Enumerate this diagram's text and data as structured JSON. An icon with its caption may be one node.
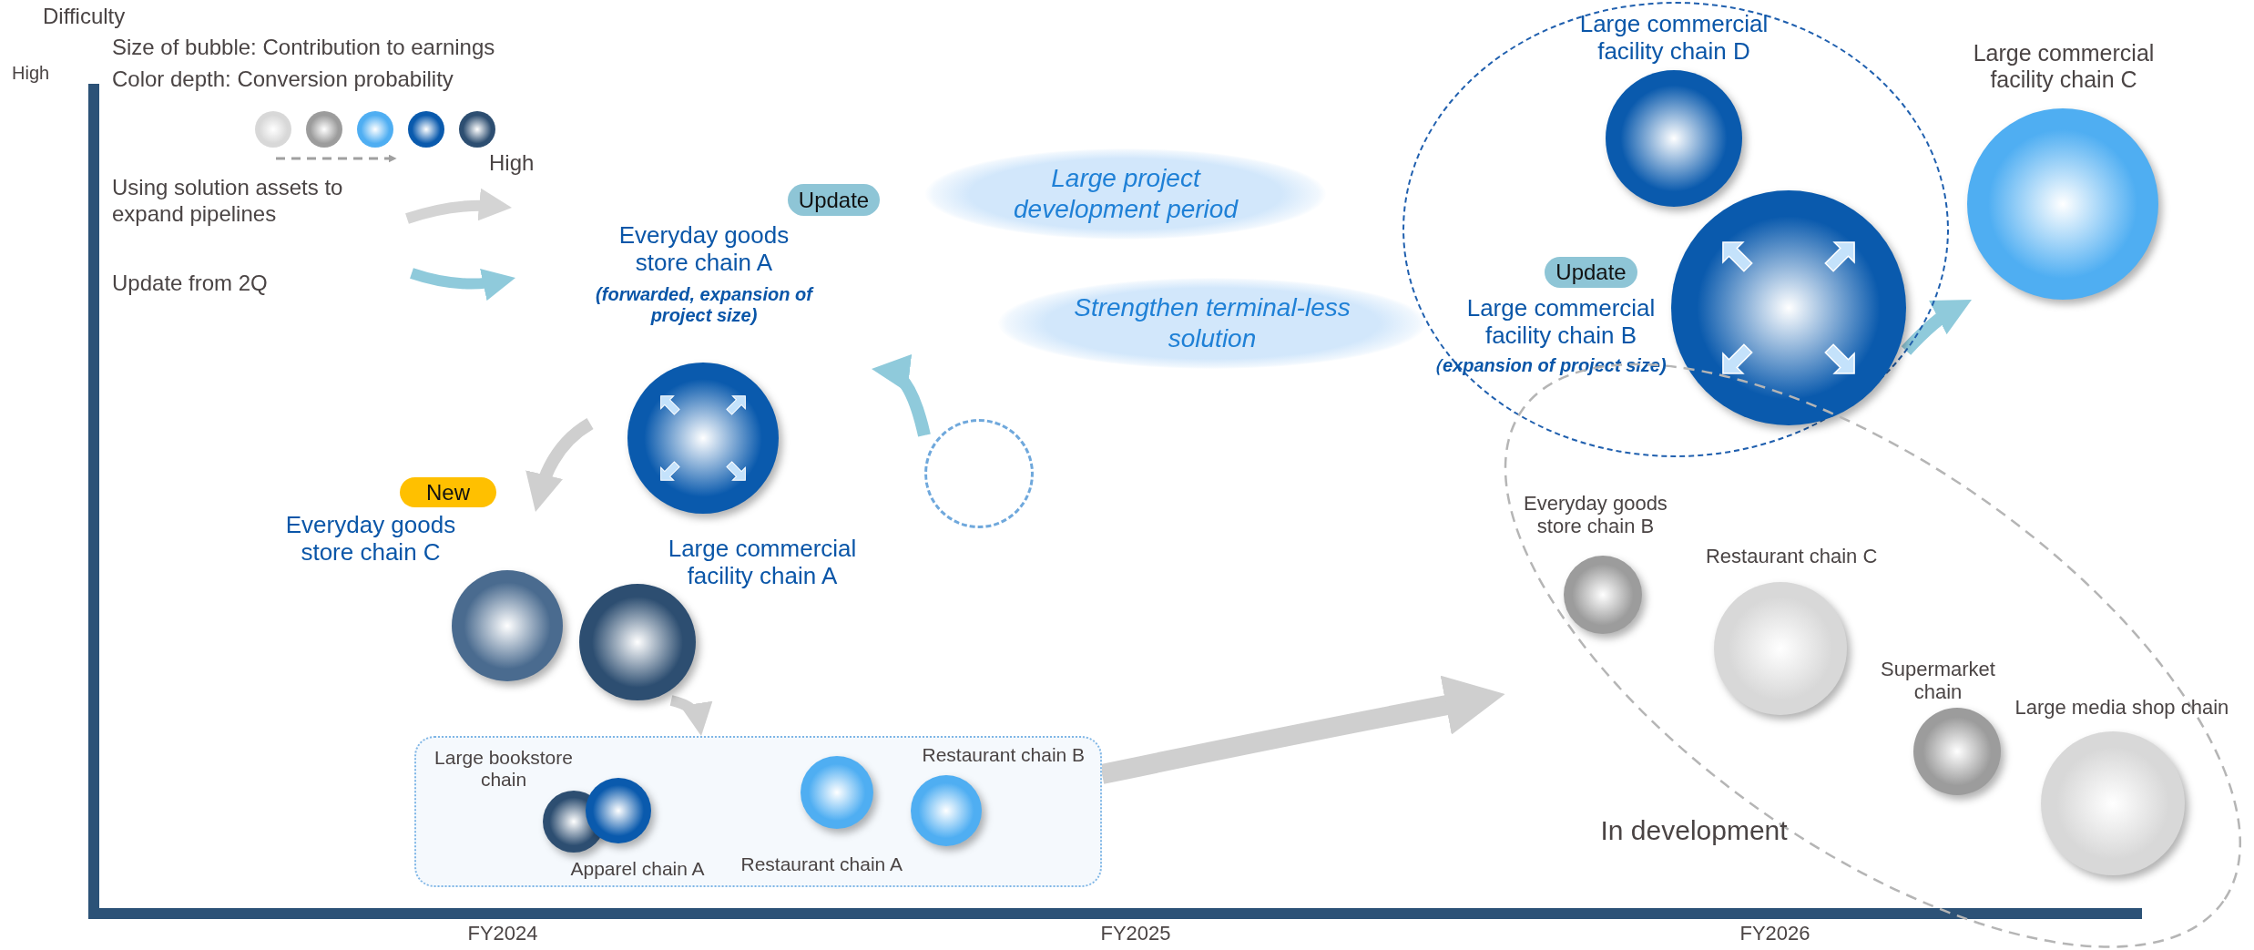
{
  "diagram": {
    "nodes": [
      {
        "text": [
          "Update"
        ]
      },
      {
        "text": [
          "Everyday goods store chain A",
          "(forwarded, expansion of project size)",
          "Large commercial facility chain A"
        ]
      },
      {
        "text": [],
        "shape": "circle"
      },
      {
        "text": [
          "New"
        ]
      },
      {
        "text": [
          "Everyday goods store chain C"
        ]
      },
      {
        "text": [],
        "shape": "circle"
      },
      {
        "text": [],
        "shape": "box"
      },
      {
        "text": [
          "Large bookstore chain"
        ],
        "in": 6
      },
      {
        "text": [
          "Apparel chain A"
        ],
        "in": 6
      },
      {
        "text": [
          "Restaurant chain A"
        ],
        "in": 6
      },
      {
        "text": [
          "Restaurant chain B"
        ],
        "in": 6
      },
      {
        "text": [
          "Large project development period"
        ]
      },
      {
        "text": [
          "Strengthen terminal-less solution"
        ]
      },
      {
        "text": [],
        "shape": "ellipse"
      },
      {
        "text": [
          "Large commercial facility chain D"
        ],
        "in": 13
      },
      {
        "text": [
          "Update"
        ],
        "in": 13
      },
      {
        "text": [
          "Large commercial facility chain B",
          "（expansion of project size)"
        ],
        "in": 13
      },
      {
        "text": [
          "Large commercial facility chain C"
        ]
      },
      {
        "text": [
          "In development"
        ]
      },
      {
        "text": [
          "Everyday goods store chain B"
        ],
        "in": 18
      },
      {
        "text": [
          "Restaurant chain C"
        ],
        "in": 18
      },
      {
        "text": [
          "Supermarket chain"
        ],
        "in": 18
      },
      {
        "text": [
          "Large media shop chain"
        ],
        "in": 18
      }
    ],
    "edges": [
      {
        "from": 2,
        "to": 1,
        "arrow": "to",
        "color": "#8fcadb"
      },
      {
        "from": 1,
        "to": 4,
        "arrow": "to"
      },
      {
        "from": 5,
        "to": 6,
        "arrow": "to"
      },
      {
        "from": 6,
        "to": 18,
        "arrow": "to"
      },
      {
        "from": 16,
        "to": 17,
        "arrow": "to",
        "color": "#8fcadb"
      }
    ],
    "labels": [
      "Difficulty",
      "Size of bubble: Contribution to earnings",
      "High",
      "Color depth: Conversion probability",
      "High",
      "FY2024",
      "FY2025",
      "FY2026"
    ],
    "legend": [
      {
        "text": "Using solution assets to expand pipelines"
      },
      {
        "text": "Update from 2Q"
      }
    ]
  }
}
